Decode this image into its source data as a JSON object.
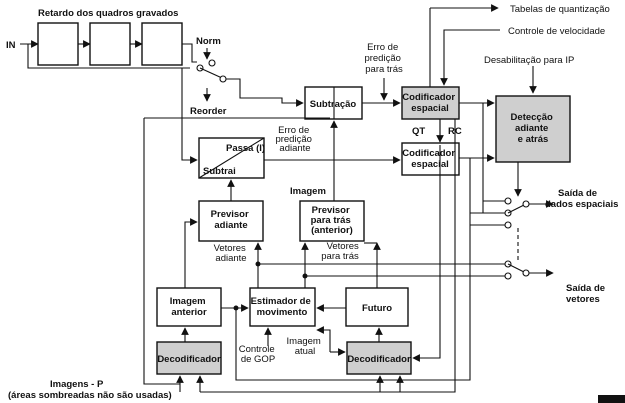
{
  "inputs": {
    "in": "IN",
    "norm": "Norm",
    "reorder": "Reorder"
  },
  "frame_delay_title": "Retardo dos quadros gravados",
  "top_right": {
    "quant_tables": "Tabelas de quantização",
    "speed_control": "Controle de velocidade",
    "ip_disable": "Desabilitação para IP"
  },
  "blocks": {
    "subtraction": "Subtração",
    "spatial_coder_1": [
      "Codificador",
      "espacial"
    ],
    "spatial_coder_2": [
      "Codificador",
      "espacial"
    ],
    "detection": [
      "Detecção",
      "adiante",
      "e atrás"
    ],
    "pass_i": "Passa (I)",
    "subtract": "Subtrai",
    "forward_predictor": [
      "Previsor",
      "adiante"
    ],
    "backward_predictor": [
      "Previsor",
      "para trás",
      "(anterior)"
    ],
    "previous_image": [
      "Imagem",
      "anterior"
    ],
    "motion_estimator": [
      "Estimador de",
      "movimento"
    ],
    "future": "Futuro",
    "decoder_left": "Decodificador",
    "decoder_right": "Decodificador"
  },
  "signals": {
    "backward_pred_error": [
      "Erro de",
      "predição",
      "para trás"
    ],
    "forward_pred_error": [
      "Erro de",
      "predição",
      "adiante"
    ],
    "qt": "QT",
    "rc": "RC",
    "image": "Imagem",
    "forward_vectors": [
      "Vetores",
      "adiante"
    ],
    "backward_vectors": [
      "Vetores",
      "para trás"
    ],
    "gop_control": [
      "Controle",
      "de GOP"
    ],
    "current_image": [
      "Imagem",
      "atual"
    ]
  },
  "outputs": {
    "spatial_data": [
      "Saída de",
      "dados espaciais"
    ],
    "vectors": [
      "Saída de",
      "vetores"
    ]
  },
  "footnote": {
    "line1": "Imagens - P",
    "line2": "(áreas sombreadas não são usadas)"
  }
}
